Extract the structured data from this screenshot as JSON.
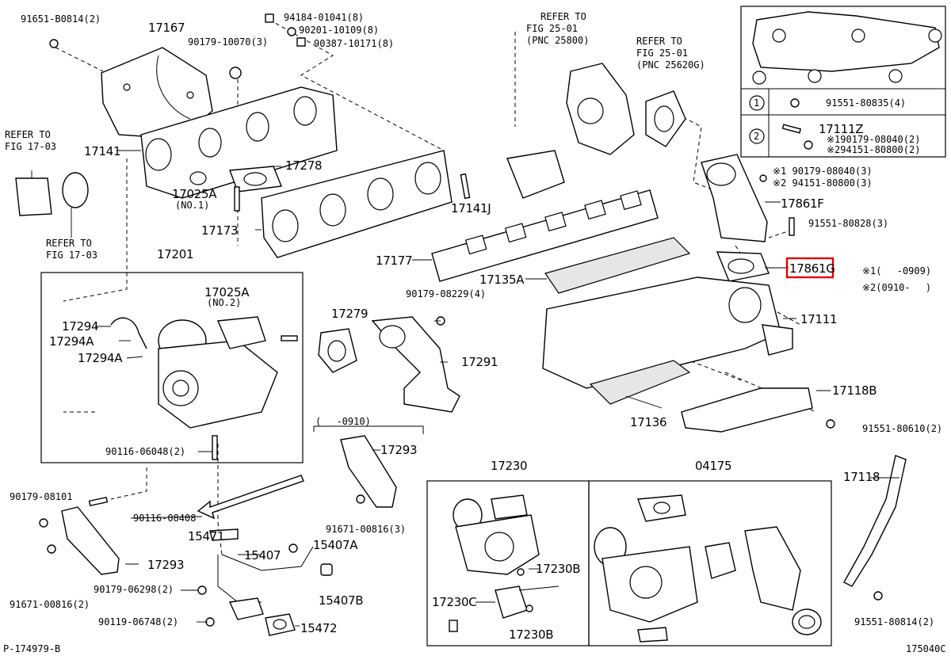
{
  "callouts": [
    {
      "id": "91651-B0814-2",
      "text": "91651-B0814(2)"
    },
    {
      "id": "17167",
      "text": "17167"
    },
    {
      "id": "90179-10070-3",
      "text": "90179-10070(3)"
    },
    {
      "id": "94184-01041-8",
      "text": "94184-01041(8)"
    },
    {
      "id": "90201-10109-8",
      "text": "90201-10109(8)"
    },
    {
      "id": "90387-10171-8",
      "text": "90387-10171(8)"
    },
    {
      "id": "17141",
      "text": "17141"
    },
    {
      "id": "17278",
      "text": "17278"
    },
    {
      "id": "17025A-1",
      "text": "17025A"
    },
    {
      "id": "17173",
      "text": "17173"
    },
    {
      "id": "17141J",
      "text": "17141J"
    },
    {
      "id": "17177",
      "text": "17177"
    },
    {
      "id": "17135A",
      "text": "17135A"
    },
    {
      "id": "17861F",
      "text": "17861F"
    },
    {
      "id": "91551-80828-3",
      "text": "91551-80828(3)"
    },
    {
      "id": "17861G",
      "text": "17861G"
    },
    {
      "id": "17111",
      "text": "17111"
    },
    {
      "id": "17201",
      "text": "17201"
    },
    {
      "id": "17025A-2",
      "text": "17025A"
    },
    {
      "id": "17294",
      "text": "17294"
    },
    {
      "id": "17294A-1",
      "text": "17294A"
    },
    {
      "id": "17294A-2",
      "text": "17294A"
    },
    {
      "id": "17279",
      "text": "17279"
    },
    {
      "id": "90179-08229-4",
      "text": "90179-08229(4)"
    },
    {
      "id": "17291",
      "text": "17291"
    },
    {
      "id": "17118B",
      "text": "17118B"
    },
    {
      "id": "17136",
      "text": "17136"
    },
    {
      "id": "91551-80610-2",
      "text": "91551-80610(2)"
    },
    {
      "id": "90116-06048-2",
      "text": "90116-06048(2)"
    },
    {
      "id": "17293-top",
      "text": "17293"
    },
    {
      "id": "90179-08101",
      "text": "90179-08101"
    },
    {
      "id": "90116-08408",
      "text": "90116-08408"
    },
    {
      "id": "91671-00816-3",
      "text": "91671-00816(3)"
    },
    {
      "id": "15471",
      "text": "15471"
    },
    {
      "id": "15407A",
      "text": "15407A"
    },
    {
      "id": "15407",
      "text": "15407"
    },
    {
      "id": "17293-bot",
      "text": "17293"
    },
    {
      "id": "91671-00816-2",
      "text": "91671-00816(2)"
    },
    {
      "id": "90179-06298-2",
      "text": "90179-06298(2)"
    },
    {
      "id": "15407B",
      "text": "15407B"
    },
    {
      "id": "90119-06748-2",
      "text": "90119-06748(2)"
    },
    {
      "id": "15472",
      "text": "15472"
    },
    {
      "id": "17230",
      "text": "17230"
    },
    {
      "id": "17230B-1",
      "text": "17230B"
    },
    {
      "id": "17230C",
      "text": "17230C"
    },
    {
      "id": "17230B-2",
      "text": "17230B"
    },
    {
      "id": "04175",
      "text": "04175"
    },
    {
      "id": "17118",
      "text": "17118"
    },
    {
      "id": "91551-80814-2",
      "text": "91551-80814(2)"
    }
  ],
  "sub_labels": {
    "no1": "(NO.1)",
    "no2": "(NO.2)",
    "range_0910": "(　 -0910)"
  },
  "refer_notes": {
    "fig1703_top": [
      "REFER TO",
      "FIG 17-03"
    ],
    "fig1703_bottom": [
      "REFER TO",
      "FIG 17-03"
    ],
    "pnc25800": [
      "REFER TO",
      "FIG 25-01",
      "(PNC 25800)"
    ],
    "pnc25620g": [
      "REFER TO",
      "FIG 25-01",
      "(PNC 25620G)"
    ]
  },
  "asterisk_labels": {
    "a1": "※1 90179-08040(3)",
    "a2": "※2 94151-80800(3)"
  },
  "legend": {
    "marker1": "1",
    "marker2": "2",
    "row1": "91551-80835(4)",
    "row2_part": "17111Z",
    "row2_a1": "※190179-08040(2)",
    "row2_a2": "※294151-80800(2)"
  },
  "notes": {
    "n1": "※1(　 -0909)",
    "n2": "※2(0910-　 )"
  },
  "footer": {
    "left": "P-174979-B",
    "right": "175040C"
  },
  "colors": {
    "highlight": "#e00000",
    "ink": "#000000",
    "paper": "#ffffff"
  }
}
